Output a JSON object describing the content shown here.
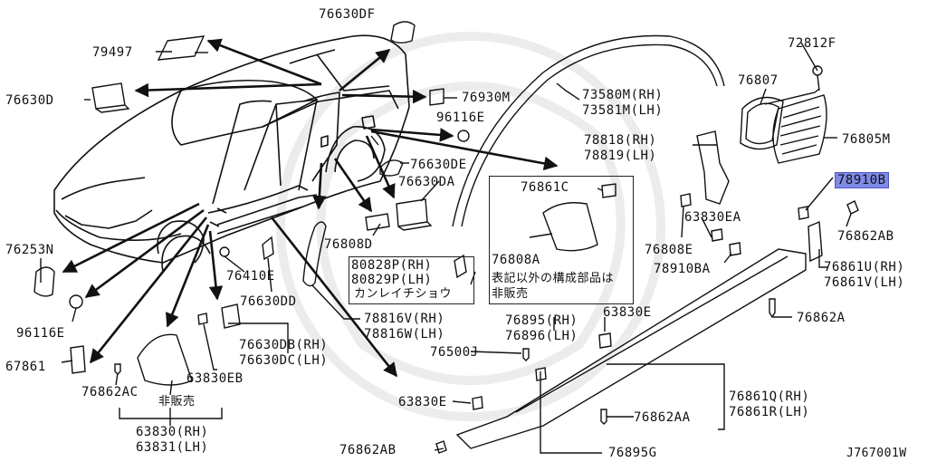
{
  "diagram_id": "J767001W",
  "colors": {
    "highlight": "#7f8ae6",
    "line": "#111111",
    "watermark": "#e8e8e8"
  },
  "labels": {
    "p76630DF": "76630DF",
    "p79497": "79497",
    "p76630D": "76630D",
    "p76930M": "76930M",
    "p96116E_top": "96116E",
    "p73580M": "73580M(RH)",
    "p73581M": "73581M(LH)",
    "p72812F": "72812F",
    "p76807": "76807",
    "p76805M": "76805M",
    "p78818": "78818(RH)",
    "p78819": "78819(LH)",
    "p76630DE": "76630DE",
    "p76630DA": "76630DA",
    "p76861C": "76861C",
    "p78910B": "78910B",
    "p63830EA": "63830EA",
    "p76862AB_r": "76862AB",
    "p76808D": "76808D",
    "p76808E": "76808E",
    "p76253N": "76253N",
    "p76808A": "76808A",
    "box_note_1": "表記以外の構成部品は",
    "box_note_2": "非販売",
    "p80828P": "80828P(RH)",
    "p80829P": "80829P(LH)",
    "katakana_note": "カンレイチショウ",
    "p78910BA": "78910BA",
    "p76861U": "76861U(RH)",
    "p76861V": "76861V(LH)",
    "p76410E": "76410E",
    "p76630DD": "76630DD",
    "p96116E_left": "96116E",
    "p76862A": "76862A",
    "p78816V": "78816V(RH)",
    "p78816W": "78816W(LH)",
    "p76895": "76895(RH)",
    "p76896": "76896(LH)",
    "p63830E_mid": "63830E",
    "p76630DB": "76630DB(RH)",
    "p76630DC": "76630DC(LH)",
    "p76500J": "76500J",
    "p67861": "67861",
    "p63830EB": "63830EB",
    "p76862AC": "76862AC",
    "not_for_sale": "非販売",
    "p63830E_low": "63830E",
    "p76861Q": "76861Q(RH)",
    "p76861R": "76861R(LH)",
    "p76862AA": "76862AA",
    "p63830": "63830(RH)",
    "p63831": "63831(LH)",
    "p76862AB_b": "76862AB",
    "p76895G": "76895G"
  }
}
